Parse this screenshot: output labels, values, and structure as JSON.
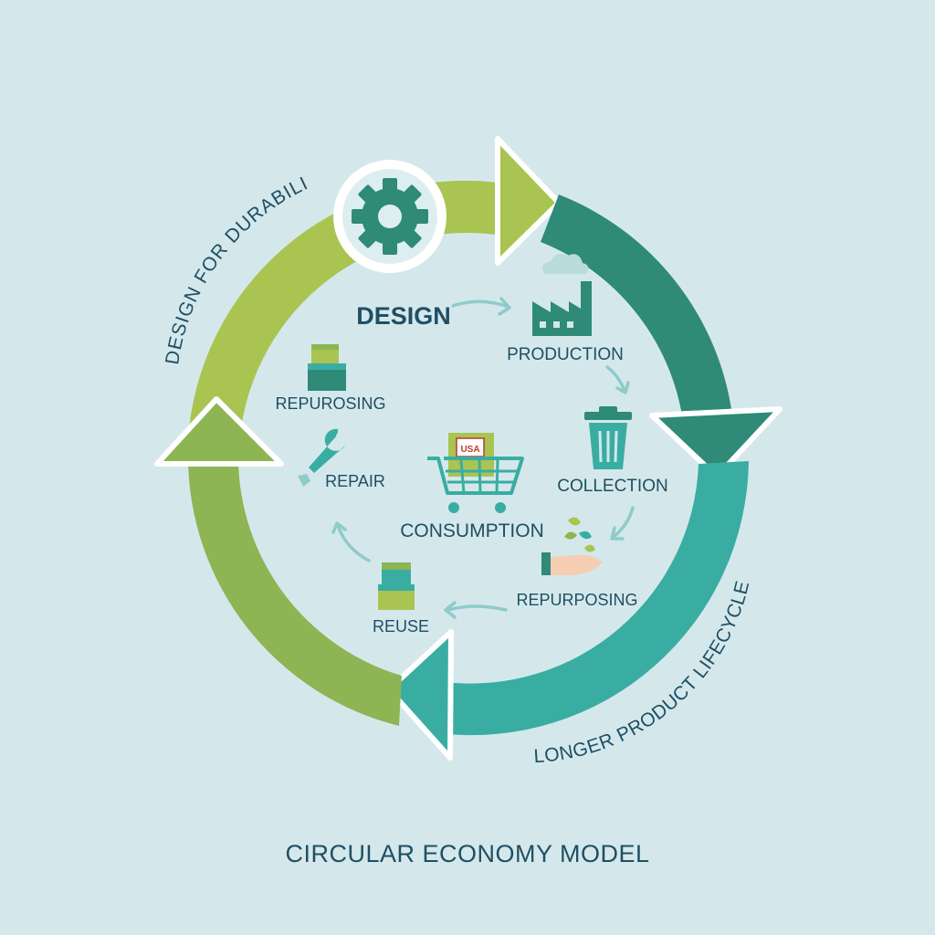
{
  "diagram": {
    "title": "CIRCULAR ECONOMY MODEL",
    "outer_labels": {
      "top_left": "DESIGN FOR DURABILITY",
      "bottom_right": "LONGER PRODUCT LIFECYCLES"
    },
    "stages": {
      "design": "DESIGN",
      "production": "PRODUCTION",
      "collection": "COLLECTION",
      "repurposing_right": "REPURPOSING",
      "reuse": "REUSE",
      "repair": "REPAIR",
      "repurposing_left": "REPUROSING",
      "consumption": "CONSUMPTION"
    },
    "bag_label": "USA",
    "colors": {
      "background": "#d4e8ec",
      "arc_lime": "#a9c451",
      "arc_dark_teal": "#2f8a78",
      "arc_teal": "#3aada3",
      "arc_green": "#8db553",
      "text": "#1f4f63",
      "flow_arrow": "#8fcbcb"
    }
  }
}
